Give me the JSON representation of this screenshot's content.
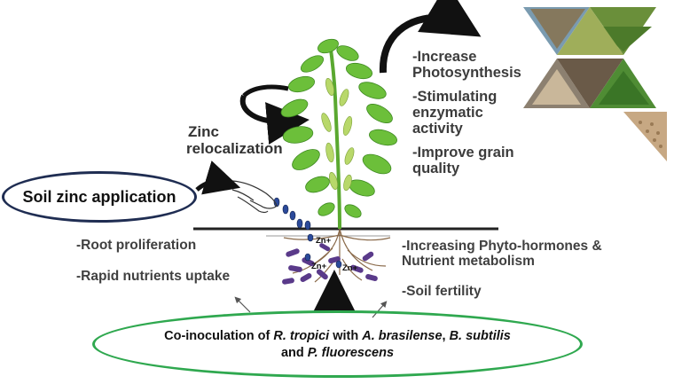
{
  "soil_application": {
    "label": "Soil zinc application"
  },
  "zinc_relocalization": {
    "line1": "Zinc",
    "line2": "relocalization"
  },
  "plant_effects": [
    {
      "line1": "-Increase",
      "line2": "Photosynthesis"
    },
    {
      "line1": "-Stimulating",
      "line2": "enzymatic",
      "line3": "activity"
    },
    {
      "line1": "-Improve grain",
      "line2": "quality"
    }
  ],
  "root_effects_left": [
    "-Root proliferation",
    "-Rapid nutrients uptake"
  ],
  "root_effects_right": {
    "item1_line1": "-Increasing Phyto-hormones &",
    "item1_line2": "Nutrient metabolism",
    "item2": "-Soil fertility"
  },
  "zn_labels": [
    "Zn+",
    "Zn+",
    "Zn+"
  ],
  "coinoculation": {
    "prefix": "Co-inoculation of ",
    "species1": "R. tropici",
    "mid1": " with ",
    "species2": "A. brasilense",
    "sep1": ", ",
    "species3": "B. subtilis",
    "line2_prefix": "and ",
    "species4": "P. fluorescens"
  },
  "colors": {
    "soil_box_border": "#1f2d52",
    "ellipse_border": "#2fa84f",
    "zinc_granules": "#2b4a9a",
    "bacteria": "#5a3a8a",
    "leaf": "#6cbf3a",
    "stem": "#5aa830"
  }
}
